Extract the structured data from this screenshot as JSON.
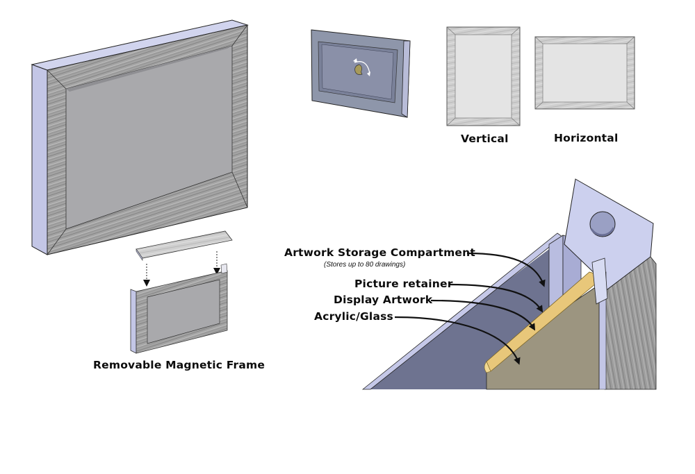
{
  "labels": {
    "removable_frame": "Removable Magnetic Frame",
    "vertical": "Vertical",
    "horizontal": "Horizontal",
    "storage": "Artwork Storage Compartment",
    "storage_note": "(Stores up to 80 drawings)",
    "retainer": "Picture retainer",
    "display": "Display Artwork",
    "acrylic": "Acrylic/Glass"
  },
  "colors": {
    "frame_face": "#8e96aa",
    "frame_side": "#c3c6e6",
    "glass": "#a9a9ac",
    "wood_grain": "#9a9a9a",
    "backing_panel": "#6e7390",
    "artwork_edge": "#e8c77a",
    "artwork_panel": "#9c9580",
    "orientation_fill": "#e4e4e4"
  }
}
